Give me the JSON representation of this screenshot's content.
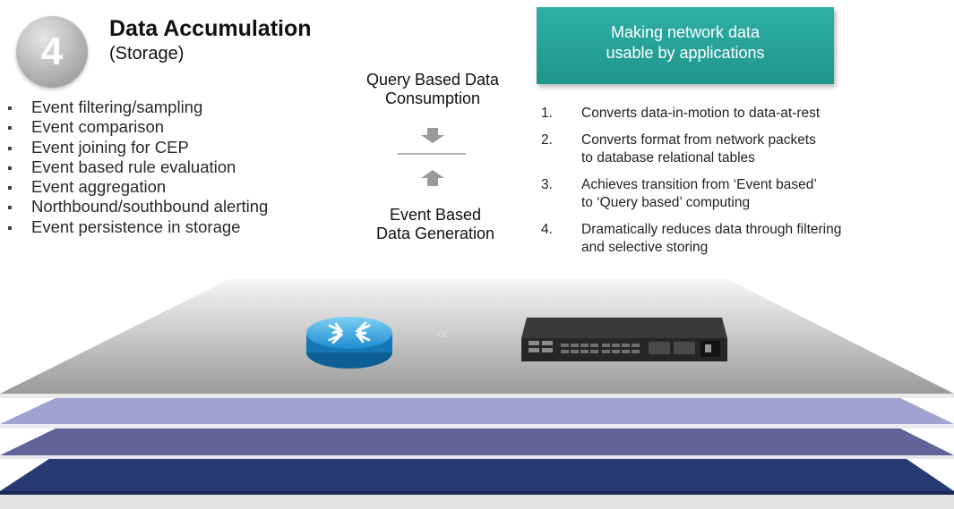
{
  "step": {
    "number": "4",
    "title": "Data Accumulation",
    "subtitle": "(Storage)"
  },
  "bullets": [
    "Event filtering/sampling",
    "Event comparison",
    "Event joining for CEP",
    "Event based rule evaluation",
    "Event aggregation",
    "Northbound/southbound alerting",
    "Event persistence in storage"
  ],
  "flow": {
    "top_label": "Query Based Data Consumption",
    "top_label_lines": [
      "Query Based Data",
      "Consumption"
    ],
    "bottom_label_lines": [
      "Event Based",
      "Data Generation"
    ]
  },
  "banner": {
    "lines": [
      "Making network data",
      "usable by applications"
    ],
    "color": "#27a59a"
  },
  "benefits": [
    {
      "number": "1.",
      "lines": [
        "Converts data-in-motion to data-at-rest"
      ]
    },
    {
      "number": "2.",
      "lines": [
        "Converts format from network packets",
        "to database relational tables"
      ]
    },
    {
      "number": "3.",
      "lines": [
        "Achieves transition from ‘Event based’",
        "to ‘Query based’ computing"
      ]
    },
    {
      "number": "4.",
      "lines": [
        "Dramatically reduces data through filtering",
        "and  selective storing"
      ]
    }
  ],
  "devices": {
    "left_icon": "router-icon",
    "separator": "or",
    "right_icon": "network-switch-icon"
  },
  "layers": {
    "top_colors": [
      "#f4f4f4",
      "#9d9d9d"
    ],
    "layer_colors": [
      "#9ea3cf",
      "#5f6395",
      "#283a74"
    ]
  }
}
